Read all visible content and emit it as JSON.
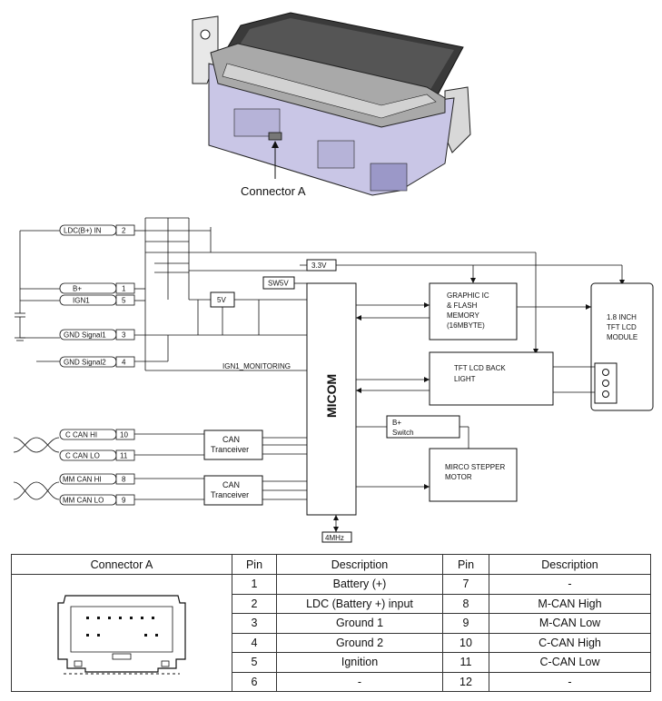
{
  "product_photo": {
    "callout": "Connector A"
  },
  "schematic": {
    "pins": [
      {
        "name": "LDC(B+) IN",
        "num": "2"
      },
      {
        "name": "B+",
        "num": "1"
      },
      {
        "name": "IGN1",
        "num": "5"
      },
      {
        "name": "GND Signal1",
        "num": "3"
      },
      {
        "name": "GND Signal2",
        "num": "4"
      },
      {
        "name": "C CAN HI",
        "num": "10"
      },
      {
        "name": "C CAN LO",
        "num": "11"
      },
      {
        "name": "MM CAN HI",
        "num": "8"
      },
      {
        "name": "MM CAN LO",
        "num": "9"
      }
    ],
    "rail_33v": "3.3V",
    "reg_5v": "5V",
    "sw5v": "SW5V",
    "ign1_monitoring": "IGN1_MONITORING",
    "micom": "MICOM",
    "graphic_ic": [
      "GRAPHIC IC",
      "& FLASH",
      "MEMORY",
      "(16MBYTE)"
    ],
    "lcd_module": [
      "1.8 INCH",
      "TFT LCD",
      "MODULE"
    ],
    "backlight": [
      "TFT LCD BACK",
      "LIGHT"
    ],
    "bplus_switch": [
      "B+",
      "Switch"
    ],
    "stepper": [
      "MIRCO STEPPER",
      "MOTOR"
    ],
    "can1": [
      "CAN",
      "Tranceiver"
    ],
    "can2": [
      "CAN",
      "Tranceiver"
    ],
    "crystal": "4MHz"
  },
  "table": {
    "headers": [
      "Connector A",
      "Pin",
      "Description",
      "Pin",
      "Description"
    ],
    "rows": [
      {
        "pin1": "1",
        "desc1": "Battery (+)",
        "pin2": "7",
        "desc2": "-"
      },
      {
        "pin1": "2",
        "desc1": "LDC (Battery +) input",
        "pin2": "8",
        "desc2": "M-CAN High"
      },
      {
        "pin1": "3",
        "desc1": "Ground 1",
        "pin2": "9",
        "desc2": "M-CAN Low"
      },
      {
        "pin1": "4",
        "desc1": "Ground 2",
        "pin2": "10",
        "desc2": "C-CAN High"
      },
      {
        "pin1": "5",
        "desc1": "Ignition",
        "pin2": "11",
        "desc2": "C-CAN Low"
      },
      {
        "pin1": "6",
        "desc1": "-",
        "pin2": "12",
        "desc2": "-"
      }
    ]
  }
}
